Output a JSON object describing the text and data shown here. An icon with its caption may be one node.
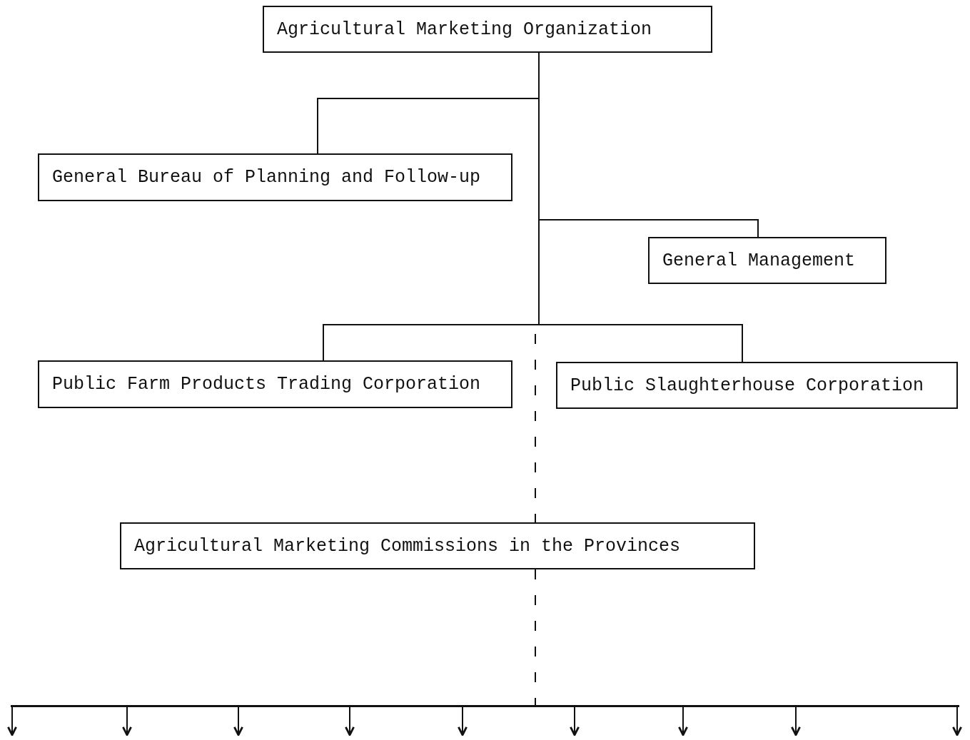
{
  "diagram": {
    "nodes": [
      {
        "text": [
          "Agricultural Marketing Organization"
        ]
      },
      {
        "text": [
          "General Bureau of Planning and Follow-up"
        ]
      },
      {
        "text": [
          "General Management"
        ]
      },
      {
        "text": [
          "Public Farm Products Trading Corporation"
        ]
      },
      {
        "text": [
          "Public Slaughterhouse Corporation"
        ]
      },
      {
        "text": [
          "Agricultural Marketing Commissions in the Provinces"
        ]
      },
      {
        "text": [],
        "shape": "bar"
      }
    ],
    "edges": [
      {
        "from": 0,
        "to": 5,
        "arrow": "none",
        "style": "dashed"
      },
      {
        "from": 0,
        "to": 1,
        "arrow": "none"
      },
      {
        "from": 0,
        "to": 2,
        "arrow": "none"
      },
      {
        "from": 0,
        "to": 3,
        "arrow": "none"
      },
      {
        "from": 0,
        "to": 4,
        "arrow": "none"
      },
      {
        "from": 5,
        "to": 6,
        "arrow": "none",
        "style": "dashed"
      },
      {
        "from": 6,
        "to": null,
        "arrow": "to"
      },
      {
        "from": 6,
        "to": null,
        "arrow": "to"
      },
      {
        "from": 6,
        "to": null,
        "arrow": "to"
      },
      {
        "from": 6,
        "to": null,
        "arrow": "to"
      },
      {
        "from": 6,
        "to": null,
        "arrow": "to"
      },
      {
        "from": 6,
        "to": null,
        "arrow": "to"
      },
      {
        "from": 6,
        "to": null,
        "arrow": "to"
      },
      {
        "from": 6,
        "to": null,
        "arrow": "to"
      },
      {
        "from": 6,
        "to": null,
        "arrow": "to"
      }
    ]
  }
}
